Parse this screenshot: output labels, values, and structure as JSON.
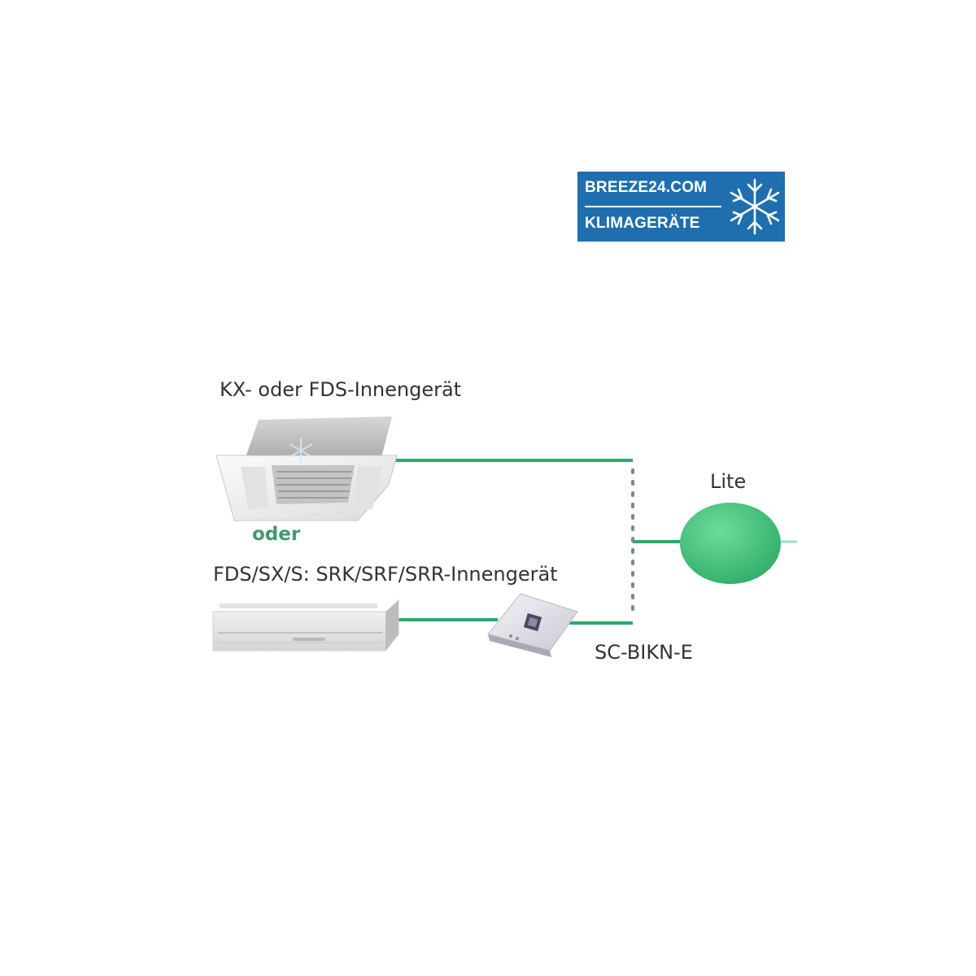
{
  "logo": {
    "line1": "BREEZE24.COM",
    "line2": "KLIMAGERÄTE",
    "icon": "snowflake-icon",
    "color": "#1f6fae"
  },
  "diagram": {
    "unit_top_label": "KX- oder FDS-Innengerät",
    "or_label": "oder",
    "unit_bottom_label": "FDS/SX/S: SRK/SRF/SRR-Innengerät",
    "controller_label": "Lite",
    "interface_label": "SC-BIKN-E",
    "line_color": "#2fa86a",
    "controller_color": "#3cc07a"
  }
}
